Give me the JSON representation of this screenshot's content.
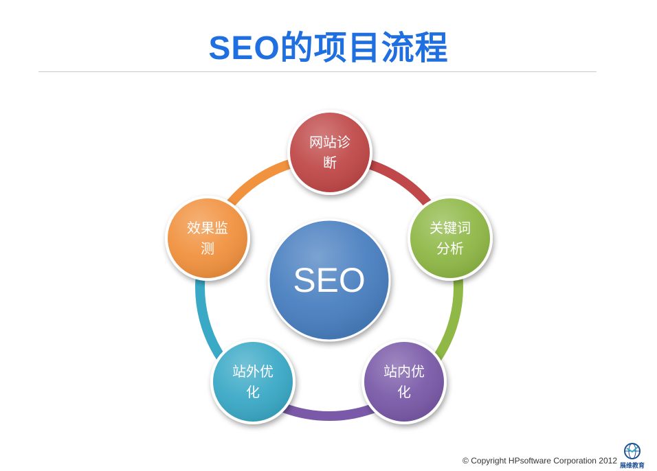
{
  "title": "SEO的项目流程",
  "diagram": {
    "center": {
      "label": "SEO",
      "color": "#4a7fc0"
    },
    "nodes": [
      {
        "id": "diagnosis",
        "lines": [
          "网站诊",
          "断"
        ],
        "color": "#c0484a"
      },
      {
        "id": "keyword",
        "lines": [
          "关键词",
          "分析"
        ],
        "color": "#8fb846"
      },
      {
        "id": "onsite",
        "lines": [
          "站内优",
          "化"
        ],
        "color": "#7a5aa8"
      },
      {
        "id": "offsite",
        "lines": [
          "站外优",
          "化"
        ],
        "color": "#3aa9c6"
      },
      {
        "id": "monitor",
        "lines": [
          "效果监",
          "测"
        ],
        "color": "#f1923f"
      }
    ]
  },
  "footer": {
    "copyright": "© Copyright HPsoftware Corporation 2012",
    "logo_text": "展维教育",
    "logo_icon": "globe-icon"
  }
}
